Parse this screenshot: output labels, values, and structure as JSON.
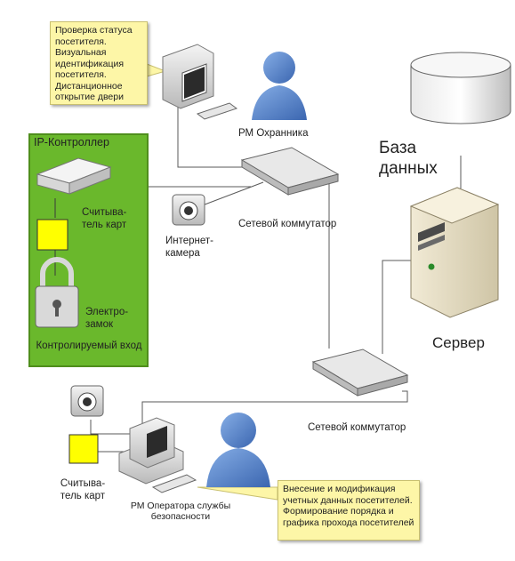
{
  "notes": {
    "guard_note": "Проверка статуса посетителя. Визуальная идентификация посетителя. Дистанционное открытие двери",
    "operator_note": "Внесение и модификация учетных данных посетителей. Формирование порядка и графика прохода посетителей"
  },
  "labels": {
    "guard_workstation": "РМ Охранника",
    "database": "База данных",
    "ip_controller": "IP-Контроллер",
    "card_reader_top": "Считыва-тель карт",
    "electro_lock": "Электро-замок",
    "controlled_entrance": "Контролируемый вход",
    "internet_camera": "Интернет-камера",
    "switch_top": "Сетевой коммутатор",
    "server": "Сервер",
    "switch_bottom": "Сетевой коммутатор",
    "card_reader_bottom": "Считыва-тель карт",
    "operator_workstation": "РМ Оператора службы безопасности"
  },
  "colors": {
    "zone_green": "#6ab82c",
    "person_blue": "#4a78c3",
    "note_yellow": "#fdf6a7",
    "reader_yellow": "#ffff00"
  }
}
